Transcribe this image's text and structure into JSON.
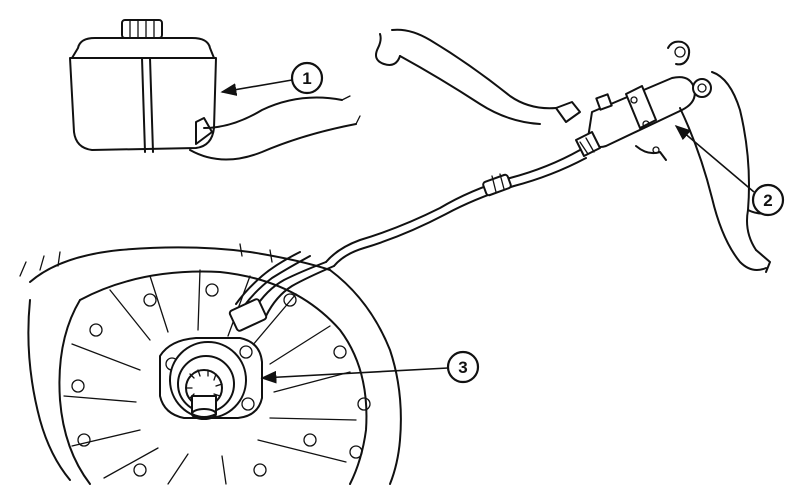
{
  "callouts": [
    {
      "label": "1",
      "component": "reservoir"
    },
    {
      "label": "2",
      "component": "master-cylinder"
    },
    {
      "label": "3",
      "component": "slave-cylinder"
    }
  ],
  "colors": {
    "ink": "#111111",
    "background": "#ffffff"
  }
}
